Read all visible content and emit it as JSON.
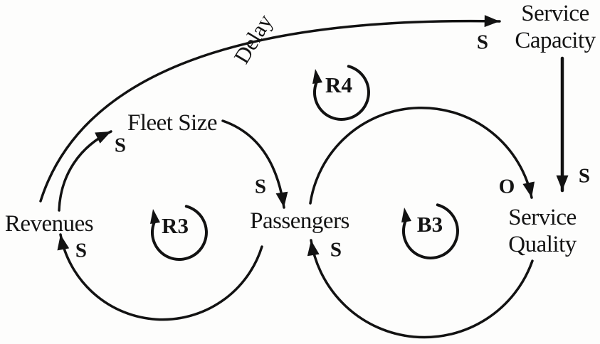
{
  "diagram": {
    "type": "causal-loop-diagram",
    "nodes": {
      "revenues": {
        "label": "Revenues"
      },
      "fleet_size": {
        "label": "Fleet Size"
      },
      "passengers": {
        "label": "Passengers"
      },
      "service_capacity": {
        "lines": [
          "Service",
          "Capacity"
        ]
      },
      "service_quality": {
        "lines": [
          "Service",
          "Quality"
        ]
      }
    },
    "loops": {
      "r3": {
        "label": "R3",
        "kind": "reinforcing",
        "direction": "clockwise"
      },
      "r4": {
        "label": "R4",
        "kind": "reinforcing",
        "direction": "clockwise"
      },
      "b3": {
        "label": "B3",
        "kind": "balancing",
        "direction": "clockwise"
      }
    },
    "links": {
      "revenues_to_fleet_size": {
        "polarity": "S"
      },
      "fleet_size_to_passengers": {
        "polarity": "S"
      },
      "passengers_to_revenues": {
        "polarity": "S"
      },
      "revenues_to_service_capacity": {
        "polarity": "S",
        "label": "Delay"
      },
      "service_capacity_to_service_quality": {
        "polarity": "S"
      },
      "passengers_to_service_quality": {
        "polarity": "O"
      },
      "service_quality_to_passengers": {
        "polarity": "S"
      }
    },
    "line_color": "#121212"
  }
}
